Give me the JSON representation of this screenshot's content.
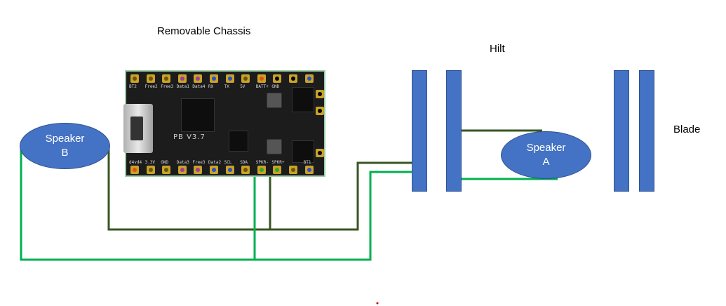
{
  "labels": {
    "chassis": "Removable Chassis",
    "hilt": "Hilt",
    "blade": "Blade"
  },
  "speakers": {
    "b": {
      "line1": "Speaker",
      "line2": "B"
    },
    "a": {
      "line1": "Speaker",
      "line2": "A"
    }
  },
  "board": {
    "marking": "PB V3.7",
    "top_pins": [
      "BT2",
      "Free2",
      "Free3",
      "Data1",
      "Data4",
      "RX",
      "TX",
      "5V",
      "BATT+",
      "GND",
      "",
      ""
    ],
    "bottom_pins": [
      "d4vd4",
      "3.3V",
      "GND",
      "Data3",
      "Free3",
      "Data2",
      "SCL",
      "SDA",
      "SPKR-",
      "SPKR+",
      "",
      "BT1"
    ]
  },
  "colors": {
    "shape_fill": "#4472c4",
    "shape_border": "#2f528f",
    "wire_dark": "#375623",
    "wire_light": "#00b050",
    "board": "#1c1c1c"
  }
}
